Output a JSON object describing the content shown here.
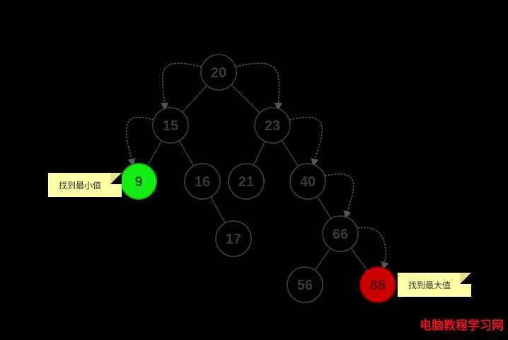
{
  "tree": {
    "nodes": [
      {
        "id": "n20",
        "value": "20",
        "state": "normal"
      },
      {
        "id": "n15",
        "value": "15",
        "state": "normal"
      },
      {
        "id": "n23",
        "value": "23",
        "state": "normal"
      },
      {
        "id": "n9",
        "value": "9",
        "state": "min"
      },
      {
        "id": "n16",
        "value": "16",
        "state": "normal"
      },
      {
        "id": "n21",
        "value": "21",
        "state": "normal"
      },
      {
        "id": "n40",
        "value": "40",
        "state": "normal"
      },
      {
        "id": "n17",
        "value": "17",
        "state": "normal"
      },
      {
        "id": "n66",
        "value": "66",
        "state": "normal"
      },
      {
        "id": "n56",
        "value": "56",
        "state": "normal"
      },
      {
        "id": "n88",
        "value": "88",
        "state": "max"
      }
    ],
    "edges": [
      [
        "n20",
        "n15"
      ],
      [
        "n20",
        "n23"
      ],
      [
        "n15",
        "n9"
      ],
      [
        "n15",
        "n16"
      ],
      [
        "n23",
        "n21"
      ],
      [
        "n23",
        "n40"
      ],
      [
        "n16",
        "n17"
      ],
      [
        "n40",
        "n66"
      ],
      [
        "n66",
        "n56"
      ],
      [
        "n66",
        "n88"
      ]
    ],
    "search_paths": [
      [
        "n20",
        "n15"
      ],
      [
        "n15",
        "n9"
      ],
      [
        "n20",
        "n23"
      ],
      [
        "n23",
        "n40"
      ],
      [
        "n40",
        "n66"
      ],
      [
        "n66",
        "n88"
      ]
    ]
  },
  "colors": {
    "node_stroke": "#3a3a3a",
    "node_text": "#3a3a3a",
    "edge": "#3a3a3a",
    "arrow": "#555555",
    "min_fill": "#14ee14",
    "min_text": "#0a5a0a",
    "max_fill": "#cc0000",
    "max_text": "#5a0000"
  },
  "notes": {
    "min": "找到最小值",
    "max": "找到最大值"
  },
  "watermark": "电脑教程学习网"
}
